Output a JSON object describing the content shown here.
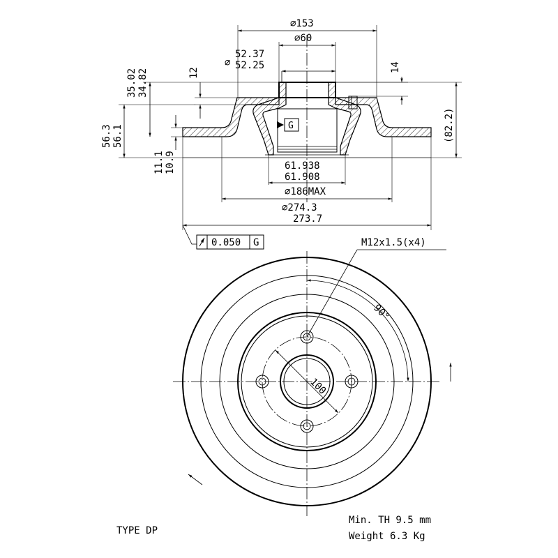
{
  "dimensions": {
    "dia_153": "∅153",
    "dia_60": "∅60",
    "dia_52_upper": "52.37",
    "dia_52_lower": "52.25",
    "dia_symbol": "∅",
    "h_12": "12",
    "h_14": "14",
    "h_35_upper": "35.02",
    "h_35_lower": "34.82",
    "h_56_upper": "56.3",
    "h_56_lower": "56.1",
    "h_11_upper": "11.1",
    "h_11_lower": "10.9",
    "h_82": "(82.2)",
    "bore_upper": "61.938",
    "bore_lower": "61.908",
    "dia_186": "∅186MAX",
    "dia_274_upper": "∅274.3",
    "dia_274_lower": "273.7",
    "datum_label": "G",
    "runout_value": "0.050",
    "runout_datum": "G",
    "thread": "M12x1.5(x4)",
    "angle": "90°",
    "pcd": "100"
  },
  "footer": {
    "type_label": "TYPE DP",
    "min_th": "Min. TH 9.5 mm",
    "weight": "Weight 6.3 Kg"
  }
}
